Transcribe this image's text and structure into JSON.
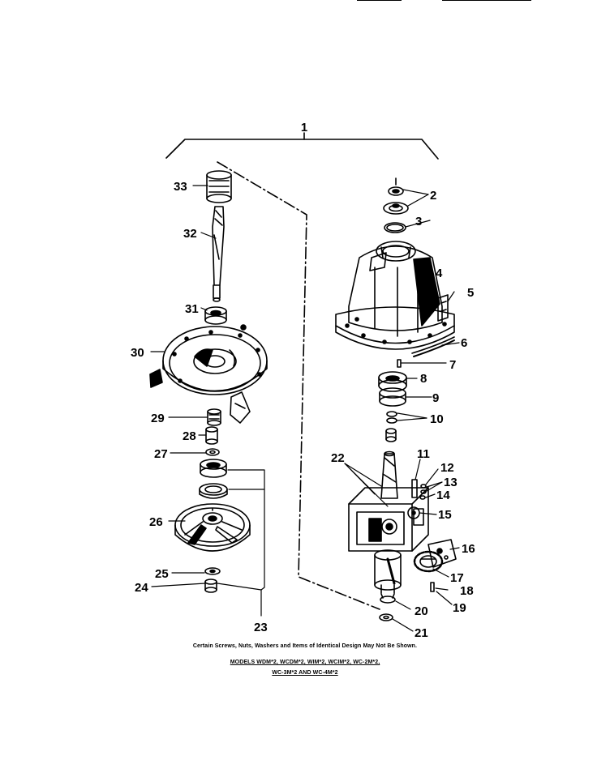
{
  "callouts": {
    "c1": "1",
    "c2": "2",
    "c3": "3",
    "c4": "4",
    "c5": "5",
    "c6": "6",
    "c7": "7",
    "c8": "8",
    "c9": "9",
    "c10": "10",
    "c11": "11",
    "c12": "12",
    "c13": "13",
    "c14": "14",
    "c15": "15",
    "c16": "16",
    "c17": "17",
    "c18": "18",
    "c19": "19",
    "c20": "20",
    "c21": "21",
    "c22": "22",
    "c23": "23",
    "c24": "24",
    "c25": "25",
    "c26": "26",
    "c27": "27",
    "c28": "28",
    "c29": "29",
    "c30": "30",
    "c31": "31",
    "c32": "32",
    "c33": "33"
  },
  "footer": {
    "note": "Certain Screws, Nuts, Washers and Items of Identical Design May Not Be Shown.",
    "models_line1": "MODELS WDM*2, WCDM*2, WIM*2, WCIM*2, WC-2M*2,",
    "models_line2": "WC-3M*2 AND WC-4M*2"
  }
}
